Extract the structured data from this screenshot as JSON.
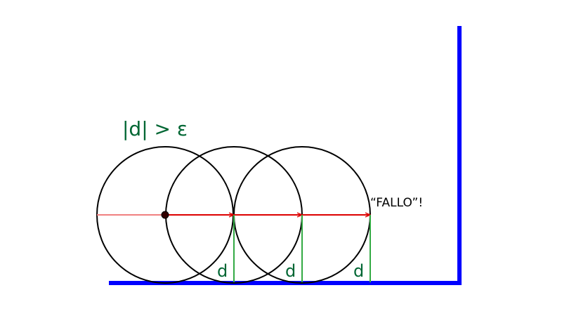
{
  "diagram": {
    "condition_label": "|d| > ε",
    "fail_label": "“FALLO”!",
    "distance_labels": [
      "d",
      "d",
      "d"
    ]
  },
  "colors": {
    "wall": "#0000ff",
    "ray": "#dd0000",
    "ray_faded": "#f08080",
    "distance_line": "#33aa44",
    "label_green": "#006633",
    "circle": "#000000"
  }
}
